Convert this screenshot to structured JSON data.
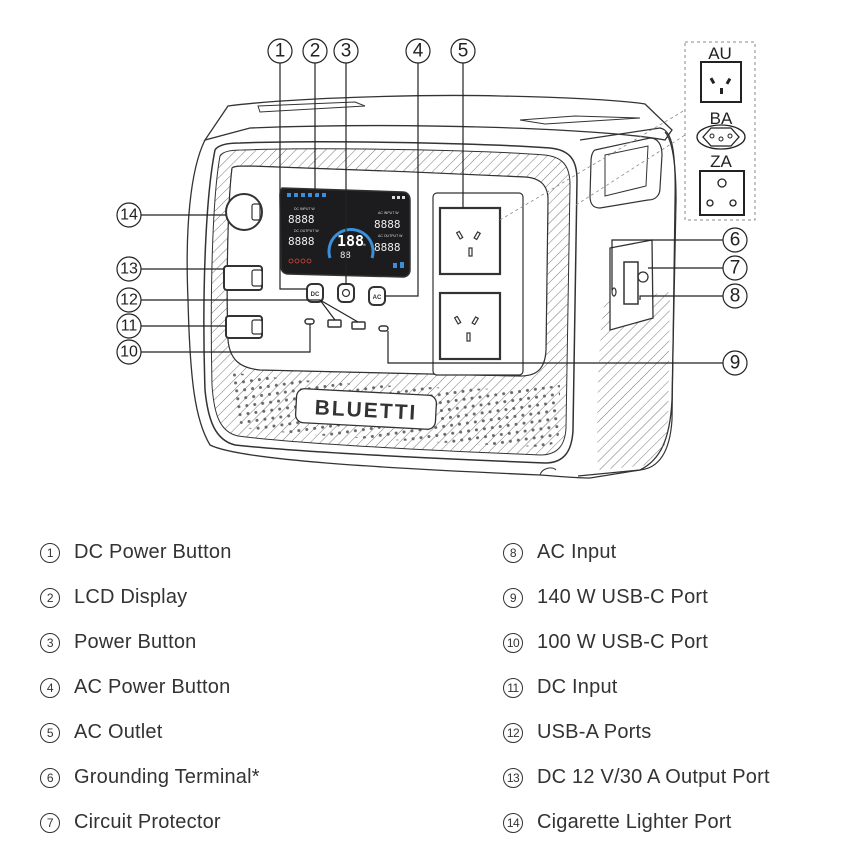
{
  "product": {
    "brand_logo": "BLUETTI"
  },
  "plug_types": [
    {
      "code": "AU",
      "icon": "au-socket-icon"
    },
    {
      "code": "BA",
      "icon": "ba-socket-icon"
    },
    {
      "code": "ZA",
      "icon": "za-socket-icon"
    }
  ],
  "callouts": [
    {
      "num": "1",
      "label": "DC Power Button"
    },
    {
      "num": "2",
      "label": "LCD Display"
    },
    {
      "num": "3",
      "label": "Power Button"
    },
    {
      "num": "4",
      "label": "AC Power Button"
    },
    {
      "num": "5",
      "label": "AC Outlet"
    },
    {
      "num": "6",
      "label": "Grounding Terminal*"
    },
    {
      "num": "7",
      "label": "Circuit Protector"
    },
    {
      "num": "8",
      "label": "AC Input"
    },
    {
      "num": "9",
      "label": "140 W USB-C Port"
    },
    {
      "num": "10",
      "label": "100 W USB-C Port"
    },
    {
      "num": "11",
      "label": "DC Input"
    },
    {
      "num": "12",
      "label": "USB-A Ports"
    },
    {
      "num": "13",
      "label": "DC 12 V/30 A Output Port"
    },
    {
      "num": "14",
      "label": "Cigarette Lighter Port"
    }
  ],
  "lcd": {
    "battery_percent": "188",
    "percent_sign": "%",
    "dc_input_label": "DC INPUT W",
    "dc_output_label": "DC OUTPUT W",
    "ac_input_label": "AC INPUT W",
    "ac_output_label": "AC OUTPUT W",
    "dc_input_value": "8888",
    "dc_output_value": "8888",
    "ac_input_value": "8888",
    "ac_output_value": "8888",
    "time_value": "88",
    "accent_color": "#3a8fd8",
    "warning_color": "#d9443a"
  },
  "buttons": {
    "dc_label": "DC",
    "ac_label": "AC"
  }
}
